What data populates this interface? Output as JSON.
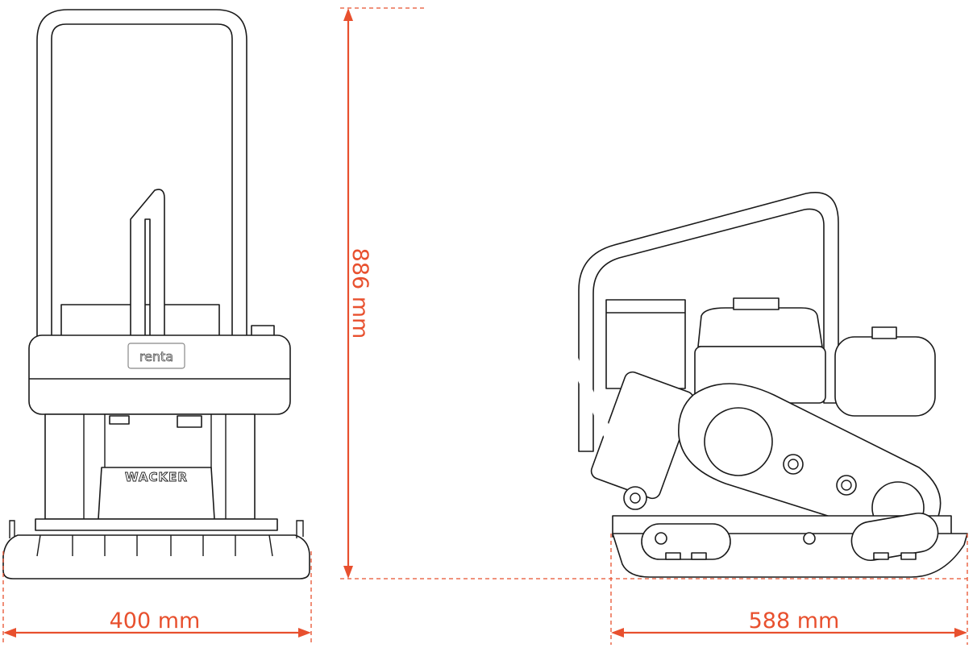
{
  "dimensions": {
    "width_front": "400 mm",
    "height": "886 mm",
    "length_side": "588 mm"
  },
  "logos": {
    "rental_brand": "renta",
    "manufacturer": "WACKER"
  },
  "colors": {
    "dimension": "#e8502e",
    "outline": "#1a1a1a"
  }
}
